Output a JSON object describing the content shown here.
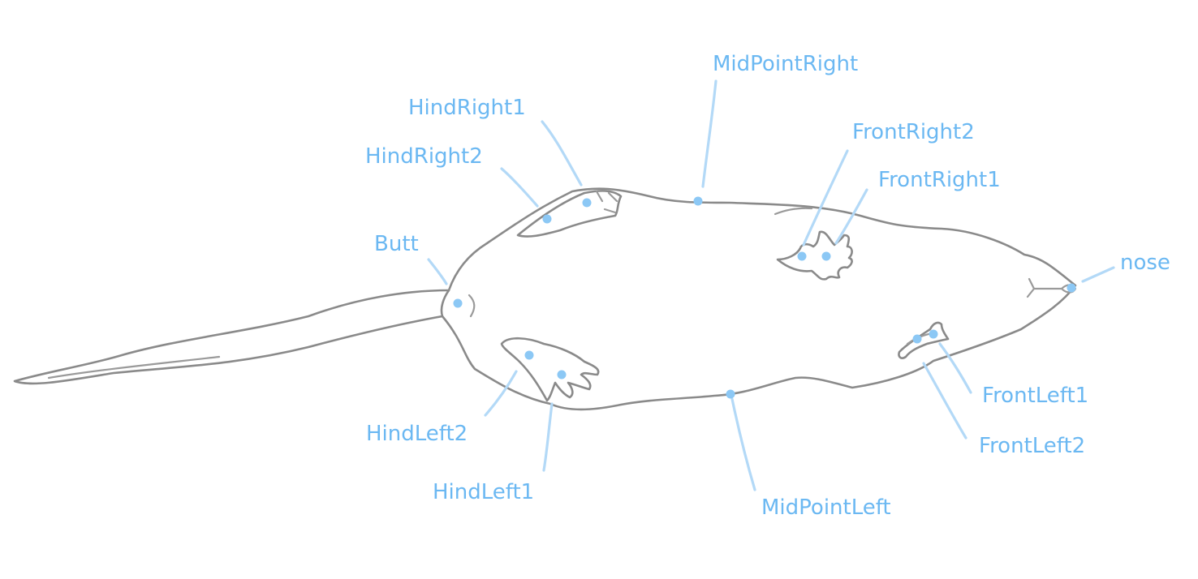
{
  "keypoints": {
    "nose": "nose",
    "mid_point_right": "MidPointRight",
    "hind_right_1": "HindRight1",
    "hind_right_2": "HindRight2",
    "front_right_2": "FrontRight2",
    "front_right_1": "FrontRight1",
    "butt": "Butt",
    "hind_left_2": "HindLeft2",
    "hind_left_1": "HindLeft1",
    "mid_point_left": "MidPointLeft",
    "front_left_1": "FrontLeft1",
    "front_left_2": "FrontLeft2"
  },
  "colors": {
    "outline": "#8a8a8a",
    "label": "#6bb8f2",
    "leader_line": "#b3d9f7",
    "keypoint": "#8cc8f5"
  }
}
